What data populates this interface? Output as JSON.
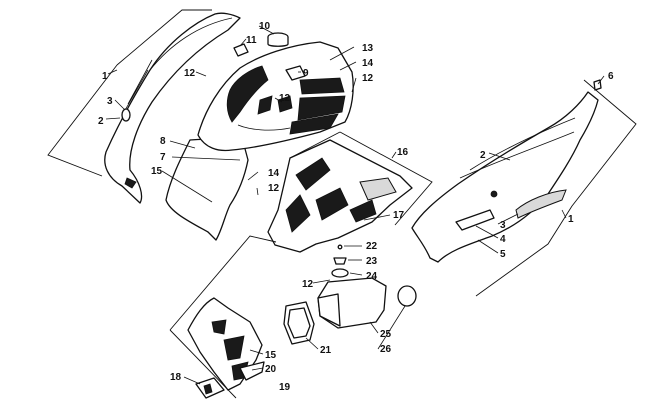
{
  "diagram": {
    "callouts": [
      "1",
      "2",
      "3",
      "10",
      "11",
      "12",
      "9",
      "12",
      "13",
      "14",
      "12",
      "8",
      "7",
      "15",
      "14",
      "12",
      "16",
      "17",
      "22",
      "23",
      "24",
      "12",
      "25",
      "26",
      "21",
      "15",
      "20",
      "19",
      "18",
      "6",
      "2",
      "3",
      "4",
      "5",
      "1"
    ]
  }
}
